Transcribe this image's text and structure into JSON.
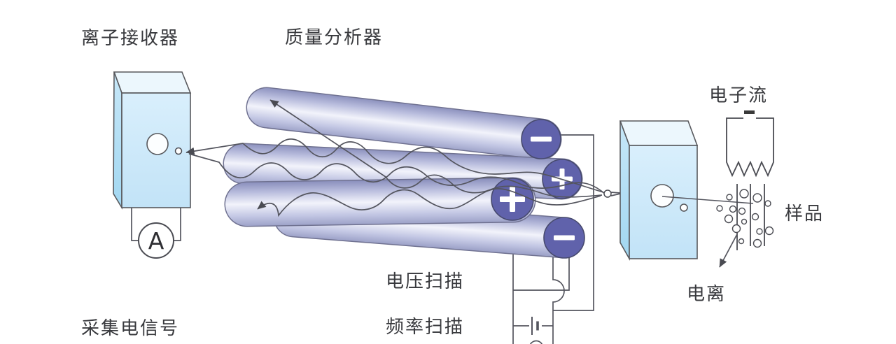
{
  "labels": {
    "ion_receiver": "离子接收器",
    "mass_analyzer": "质量分析器",
    "electron_flow": "电子流",
    "sample": "样品",
    "ionization": "电离",
    "voltage_scan": "电压扫描",
    "frequency_scan": "频率扫描",
    "signal_collection": "采集电信号"
  },
  "ammeter": {
    "label": "A"
  },
  "quadrupole": {
    "rod_caps": [
      {
        "position": "top",
        "polarity": "minus",
        "symbol": "−"
      },
      {
        "position": "upper-right",
        "polarity": "plus",
        "symbol": "+"
      },
      {
        "position": "front-middle",
        "polarity": "plus",
        "symbol": "+"
      },
      {
        "position": "bottom",
        "polarity": "minus",
        "symbol": "−"
      }
    ]
  },
  "colors": {
    "rod_cap_fill": "#6062ab",
    "rod_highlight": "#f2f3fb",
    "rod_shadow": "#8b90bd",
    "box_front": "#cfe9fa",
    "box_side": "#aadcf4",
    "box_top": "#ecf7fd",
    "line": "#54555e",
    "text": "#38393d",
    "background": "#ffffff"
  }
}
